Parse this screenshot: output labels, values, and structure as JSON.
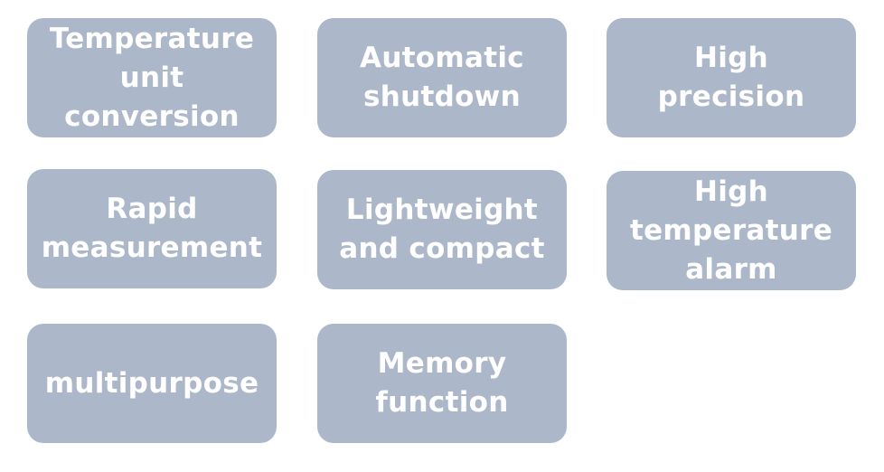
{
  "features": [
    {
      "label": "Temperature\nunit\nconversion"
    },
    {
      "label": "Automatic\nshutdown"
    },
    {
      "label": "High\nprecision"
    },
    {
      "label": "Rapid\nmeasurement"
    },
    {
      "label": "Lightweight\nand compact"
    },
    {
      "label": "High\ntemperature\nalarm"
    },
    {
      "label": "multipurpose"
    },
    {
      "label": "Memory\nfunction"
    }
  ],
  "colors": {
    "tile_background": "#acb7c9",
    "tile_text": "#ffffff",
    "page_background": "#ffffff"
  }
}
